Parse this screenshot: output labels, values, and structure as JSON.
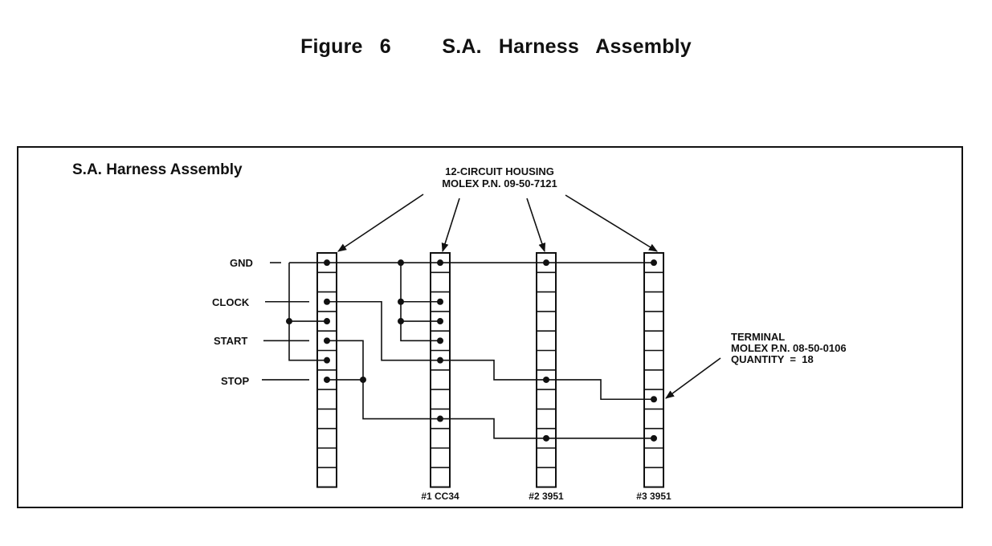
{
  "figure_title": "Figure 6   S.A. Harness Assembly",
  "diagram_title": "S.A. Harness Assembly",
  "housing_callout": [
    "12-CIRCUIT HOUSING",
    "MOLEX P.N. 09-50-7121"
  ],
  "terminal_callout": [
    "TERMINAL",
    "MOLEX P.N. 08-50-0106",
    "QUANTITY  =  18"
  ],
  "signals": [
    "GND",
    "CLOCK",
    "START",
    "STOP"
  ],
  "connectors": [
    "",
    "#1 CC34",
    "#2 3951",
    "#3 3951"
  ],
  "circuits_per_housing": 12
}
